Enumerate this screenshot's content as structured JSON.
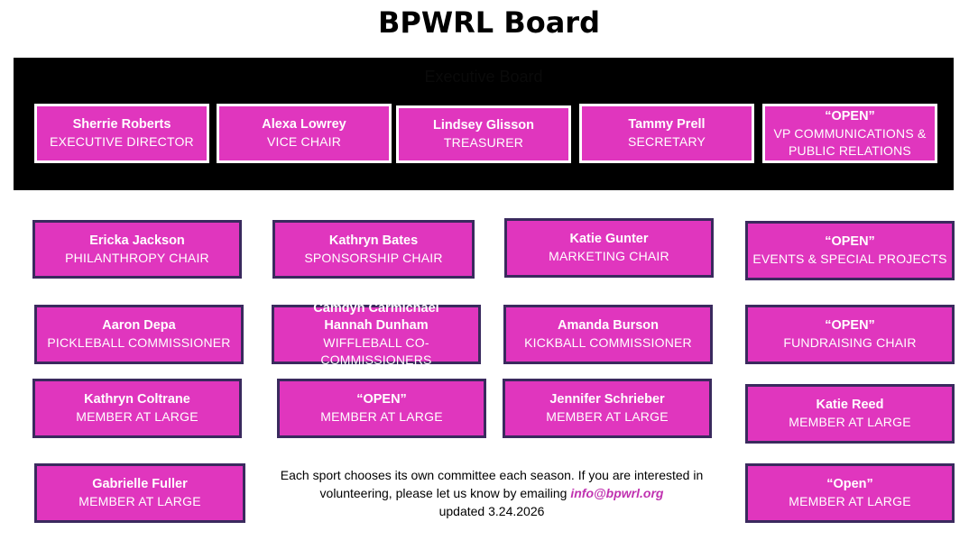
{
  "title": "BPWRL Board",
  "executive_board": {
    "heading": "Executive Board",
    "members": [
      {
        "name": "Sherrie Roberts",
        "role": "EXECUTIVE DIRECTOR"
      },
      {
        "name": "Alexa Lowrey",
        "role": "VICE CHAIR"
      },
      {
        "name": "Lindsey Glisson",
        "role": "TREASURER"
      },
      {
        "name": "Tammy Prell",
        "role": "SECRETARY"
      },
      {
        "name": "“OPEN”",
        "role": "VP COMMUNICATIONS &\nPUBLIC RELATIONS"
      }
    ]
  },
  "board": [
    {
      "name": "Ericka Jackson",
      "role": "PHILANTHROPY CHAIR"
    },
    {
      "name": "Kathryn Bates",
      "role": "SPONSORSHIP CHAIR"
    },
    {
      "name": "Katie Gunter",
      "role": "MARKETING CHAIR"
    },
    {
      "name": "“OPEN”",
      "role": "EVENTS & SPECIAL PROJECTS"
    },
    {
      "name": "Aaron Depa",
      "role": "PICKLEBALL COMMISSIONER"
    },
    {
      "name": "Camdyn Carmichael\nHannah Dunham",
      "role": "WIFFLEBALL CO-COMMISSIONERS"
    },
    {
      "name": "Amanda Burson",
      "role": "KICKBALL COMMISSIONER"
    },
    {
      "name": "“OPEN”",
      "role": "FUNDRAISING CHAIR"
    },
    {
      "name": "Kathryn Coltrane",
      "role": "MEMBER AT LARGE"
    },
    {
      "name": "“OPEN”",
      "role": "MEMBER AT LARGE"
    },
    {
      "name": "Jennifer Schrieber",
      "role": "MEMBER AT LARGE"
    },
    {
      "name": "Katie Reed",
      "role": "MEMBER AT LARGE"
    },
    {
      "name": "Gabrielle Fuller",
      "role": "MEMBER AT LARGE"
    },
    {
      "name": "“Open”",
      "role": "MEMBER AT LARGE"
    }
  ],
  "note": {
    "line1": "Each sport chooses its own committee each season. If you are interested in",
    "line2_prefix": "volunteering, please let us know by emailing ",
    "email": "info@bpwrl.org",
    "updated": "updated 3.24.2026"
  },
  "colors": {
    "box_fill": "#e036be",
    "exec_border": "#ffffff",
    "member_border": "#3a2a5e",
    "exec_panel": "#000000",
    "email": "#c032b0"
  }
}
